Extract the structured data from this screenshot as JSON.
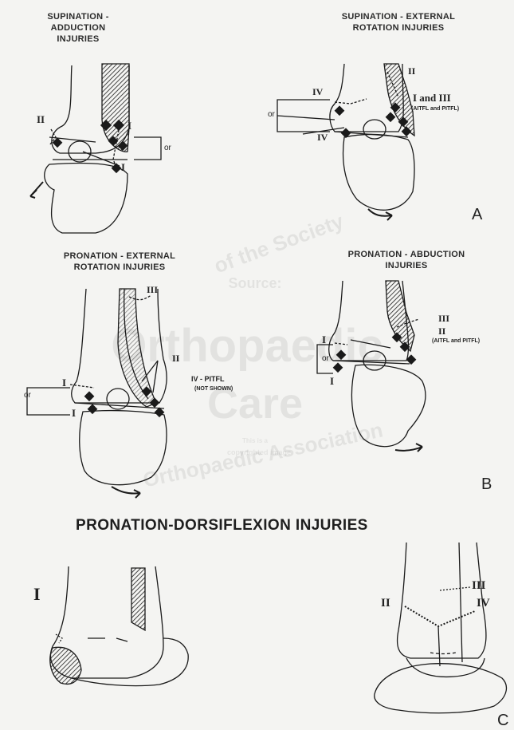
{
  "panels": {
    "sad": {
      "title": [
        "SUPINATION - ADDUCTION",
        "INJURIES"
      ],
      "labels": {
        "i_upper": "I",
        "i_lower": "I",
        "ii": "II",
        "or": "or"
      }
    },
    "ser": {
      "title": [
        "SUPINATION - EXTERNAL",
        "ROTATION INJURIES"
      ],
      "labels": {
        "iv_upper": "IV",
        "iv_lower": "IV",
        "ii": "II",
        "i_and_iii": "I and III",
        "note": "(AITFL and PITFL)",
        "or": "or"
      }
    },
    "per": {
      "title": [
        "PRONATION - EXTERNAL",
        "ROTATION INJURIES"
      ],
      "labels": {
        "iii": "III",
        "ii": "II",
        "i_upper": "I",
        "i_lower": "I",
        "iv": "IV - PITFL",
        "not_shown": "(NOT SHOWN)",
        "or": "or"
      }
    },
    "pab": {
      "title": [
        "PRONATION - ABDUCTION",
        "INJURIES"
      ],
      "labels": {
        "iii": "III",
        "ii": "II",
        "note": "(AITFL and PITFL)",
        "i_upper": "I",
        "i_lower": "I",
        "or": "or"
      }
    },
    "pdf": {
      "title": "PRONATION-DORSIFLEXION INJURIES",
      "labels": {
        "i": "I",
        "ii": "II",
        "iii": "III",
        "iv": "IV"
      }
    }
  },
  "letters": {
    "a": "A",
    "b": "B",
    "c": "C"
  },
  "watermark": {
    "line1": "of the Society",
    "line2": "Source:",
    "line3": "Orthopaedic",
    "line4": "Care",
    "line5": "This is a",
    "line6": "copyrighted image",
    "line7": "Orthopaedic Association"
  },
  "colors": {
    "ink": "#1a1a1a",
    "paper": "#f4f4f2"
  }
}
